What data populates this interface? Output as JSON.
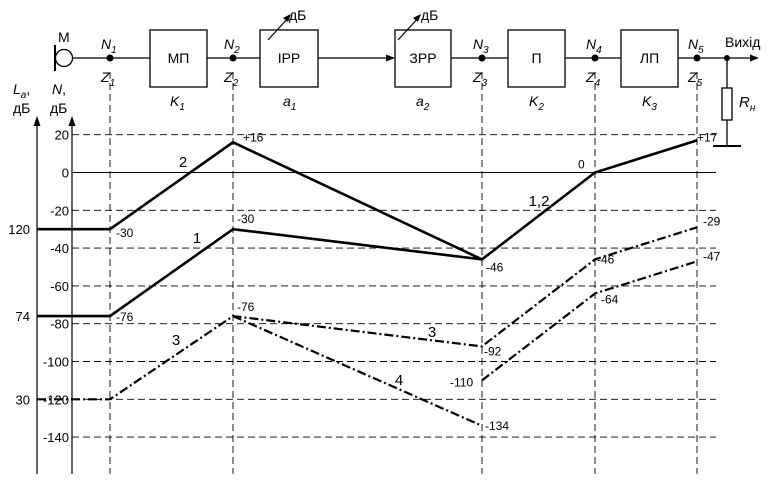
{
  "chain": {
    "mic_label": "М",
    "output_label": "Вихід",
    "load_label": "R",
    "load_sub": "н",
    "blocks": [
      {
        "label": "МП",
        "param": "K",
        "param_sub": "1"
      },
      {
        "label": "ІРР",
        "param": "a",
        "param_sub": "1",
        "arrow_label": "дБ"
      },
      {
        "label": "ЗРР",
        "param": "a",
        "param_sub": "2",
        "arrow_label": "дБ"
      },
      {
        "label": "П",
        "param": "K",
        "param_sub": "2"
      },
      {
        "label": "ЛП",
        "param": "K",
        "param_sub": "3"
      }
    ],
    "nodes": [
      {
        "n": "N",
        "n_sub": "1",
        "z": "Z",
        "z_sub": "1"
      },
      {
        "n": "N",
        "n_sub": "2",
        "z": "Z",
        "z_sub": "2"
      },
      {
        "n": "N",
        "n_sub": "3",
        "z": "Z",
        "z_sub": "3"
      },
      {
        "n": "N",
        "n_sub": "4",
        "z": "Z",
        "z_sub": "4"
      },
      {
        "n": "N",
        "n_sub": "5",
        "z": "Z",
        "z_sub": "5"
      }
    ]
  },
  "axes": {
    "la_label": "L",
    "la_sub": "a",
    "la_suffix": ",",
    "la_unit": "дБ",
    "n_label": "N",
    "n_suffix": ",",
    "n_unit": "дБ",
    "n_ticks": [
      20,
      0,
      -20,
      -40,
      -60,
      -80,
      -100,
      -120,
      -140
    ],
    "la_ticks": [
      {
        "la": "120",
        "n": -30
      },
      {
        "la": "74",
        "n": -76
      },
      {
        "la": "30",
        "n": -120
      }
    ]
  },
  "diagram_data": {
    "stations": [
      "source",
      "N1",
      "N2",
      "N3",
      "N4",
      "N5"
    ],
    "lines": [
      {
        "name": "1",
        "style": "solid",
        "points": [
          [
            "source",
            -76
          ],
          [
            "N1",
            -76
          ],
          [
            "N2",
            -30
          ],
          [
            "N3",
            -46
          ],
          [
            "N4",
            0
          ],
          [
            "N5",
            17
          ]
        ]
      },
      {
        "name": "2",
        "style": "solid",
        "points": [
          [
            "source",
            -30
          ],
          [
            "N1",
            -30
          ],
          [
            "N2",
            16
          ],
          [
            "N3",
            -46
          ]
        ]
      },
      {
        "name": "3",
        "style": "dashed",
        "points": [
          [
            "source",
            -120
          ],
          [
            "N1",
            -120
          ],
          [
            "N2",
            -76
          ],
          [
            "N3",
            -92
          ],
          [
            "N4",
            -46
          ],
          [
            "N5",
            -29
          ]
        ]
      },
      {
        "name": "4",
        "style": "dashed",
        "points": [
          [
            "N2",
            -76
          ],
          [
            "N3",
            -134
          ]
        ]
      },
      {
        "name": "4-continuation",
        "style": "dashed",
        "points": [
          [
            "N3",
            -110
          ],
          [
            "N4",
            -64
          ],
          [
            "N5",
            -47
          ]
        ]
      }
    ],
    "point_labels": [
      {
        "station": "N1",
        "value": -30,
        "text": "-30"
      },
      {
        "station": "N1",
        "value": -76,
        "text": "-76"
      },
      {
        "station": "N2",
        "value": 16,
        "text": "+16"
      },
      {
        "station": "N2",
        "value": -30,
        "text": "-30"
      },
      {
        "station": "N2",
        "value": -76,
        "text": "-76"
      },
      {
        "station": "N3",
        "value": -46,
        "text": "-46"
      },
      {
        "station": "N3",
        "value": -92,
        "text": "-92"
      },
      {
        "station": "N3",
        "value": -110,
        "text": "-110"
      },
      {
        "station": "N3",
        "value": -134,
        "text": "-134"
      },
      {
        "station": "N4",
        "value": 0,
        "text": "0"
      },
      {
        "station": "N4",
        "value": -46,
        "text": "-46"
      },
      {
        "station": "N4",
        "value": -64,
        "text": "-64"
      },
      {
        "station": "N5",
        "value": 17,
        "text": "+17"
      },
      {
        "station": "N5",
        "value": -29,
        "text": "-29"
      },
      {
        "station": "N5",
        "value": -47,
        "text": "-47"
      }
    ],
    "curve_labels": [
      "2",
      "1",
      "3",
      "1,2",
      "3",
      "4"
    ]
  }
}
